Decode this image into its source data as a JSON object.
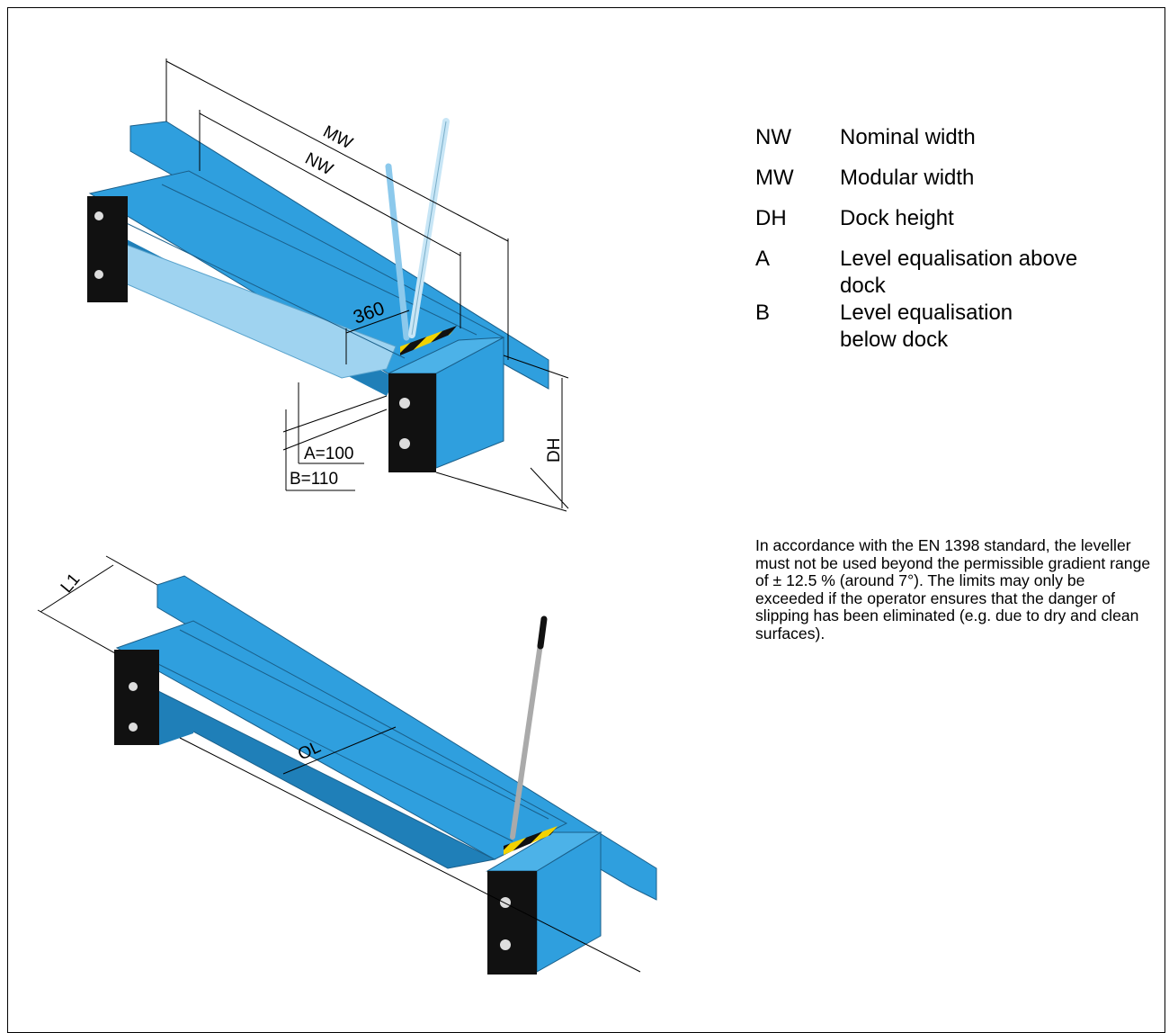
{
  "legend": [
    {
      "abbr": "NW",
      "text": "Nominal width"
    },
    {
      "abbr": "MW",
      "text": "Modular width"
    },
    {
      "abbr": "DH",
      "text": "Dock height"
    },
    {
      "abbr": "A",
      "text": "Level equalisation above dock"
    },
    {
      "abbr": "B",
      "text": "Level equalisation below dock"
    }
  ],
  "note": "In accordance with the EN 1398 standard, the leveller must not be used beyond the permissible gradient range of ± 12.5 % (around 7°).  The limits may only be exceeded if the operator ensures that the danger of slipping has been eliminated (e.g. due to dry and clean surfaces).",
  "dimensions": {
    "mw": "MW",
    "nw": "NW",
    "lip": "360",
    "a": "A=100",
    "b": "B=110",
    "dh": "DH",
    "l1": "L1",
    "ol": "OL"
  },
  "colors": {
    "platform": "#2f9fde",
    "platform_dark": "#1f7fb8",
    "platform_light": "#9fd3f0",
    "buffer": "#111111",
    "hazard_yellow": "#f2d200"
  }
}
